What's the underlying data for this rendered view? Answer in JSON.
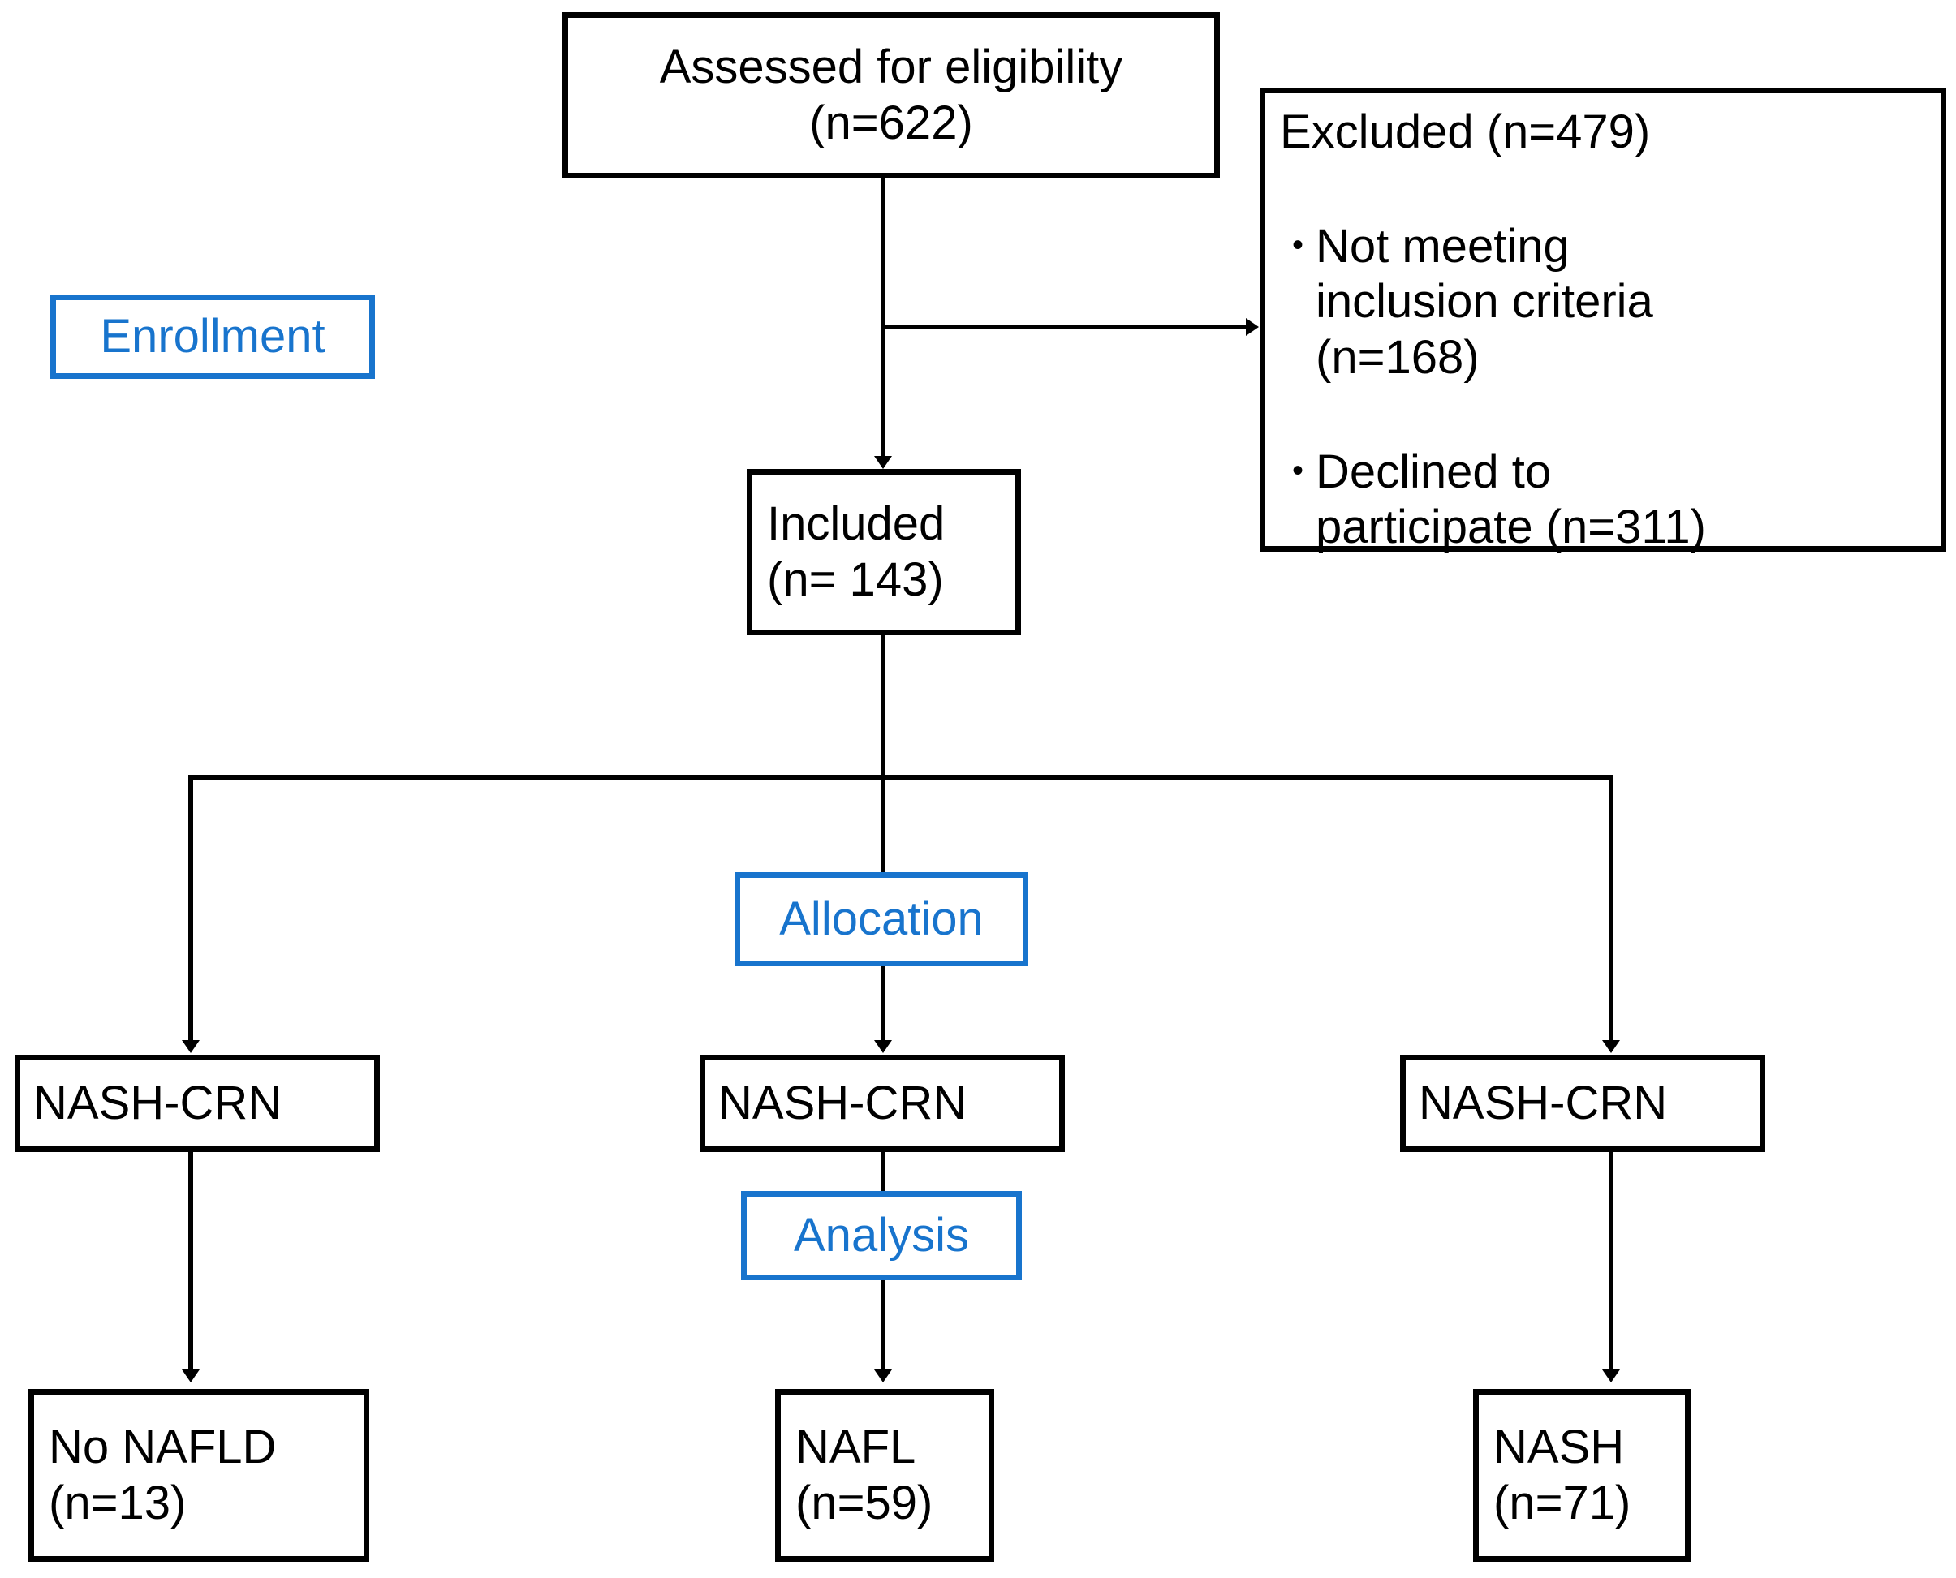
{
  "diagram": {
    "type": "CONSORT-style participant flow diagram",
    "colors": {
      "box_border": "#000000",
      "stage_label": "#1874cd",
      "text": "#000000",
      "background": "#ffffff"
    },
    "stage_labels": [
      {
        "id": "enrollment",
        "text": "Enrollment"
      },
      {
        "id": "allocation",
        "text": "Allocation"
      },
      {
        "id": "analysis",
        "text": "Analysis"
      }
    ],
    "nodes": {
      "assessed": {
        "line1": "Assessed for eligibility",
        "line2": "(n=622)"
      },
      "excluded": {
        "heading": "Excluded (n=479)",
        "bullet_glyph": "•",
        "items": [
          "Not meeting\ninclusion criteria\n(n=168)",
          "Declined to\nparticipate (n=311)"
        ]
      },
      "included": {
        "line1": "Included",
        "line2": "(n= 143)"
      },
      "arm_left": {
        "label": "NASH-CRN"
      },
      "arm_middle": {
        "label": "NASH-CRN"
      },
      "arm_right": {
        "label": "NASH-CRN"
      },
      "outcome_left": {
        "line1": "No NAFLD",
        "line2": "(n=13)"
      },
      "outcome_middle": {
        "line1": "NAFL",
        "line2": "(n=59)"
      },
      "outcome_right": {
        "line1": "NASH",
        "line2": "(n=71)"
      }
    }
  }
}
